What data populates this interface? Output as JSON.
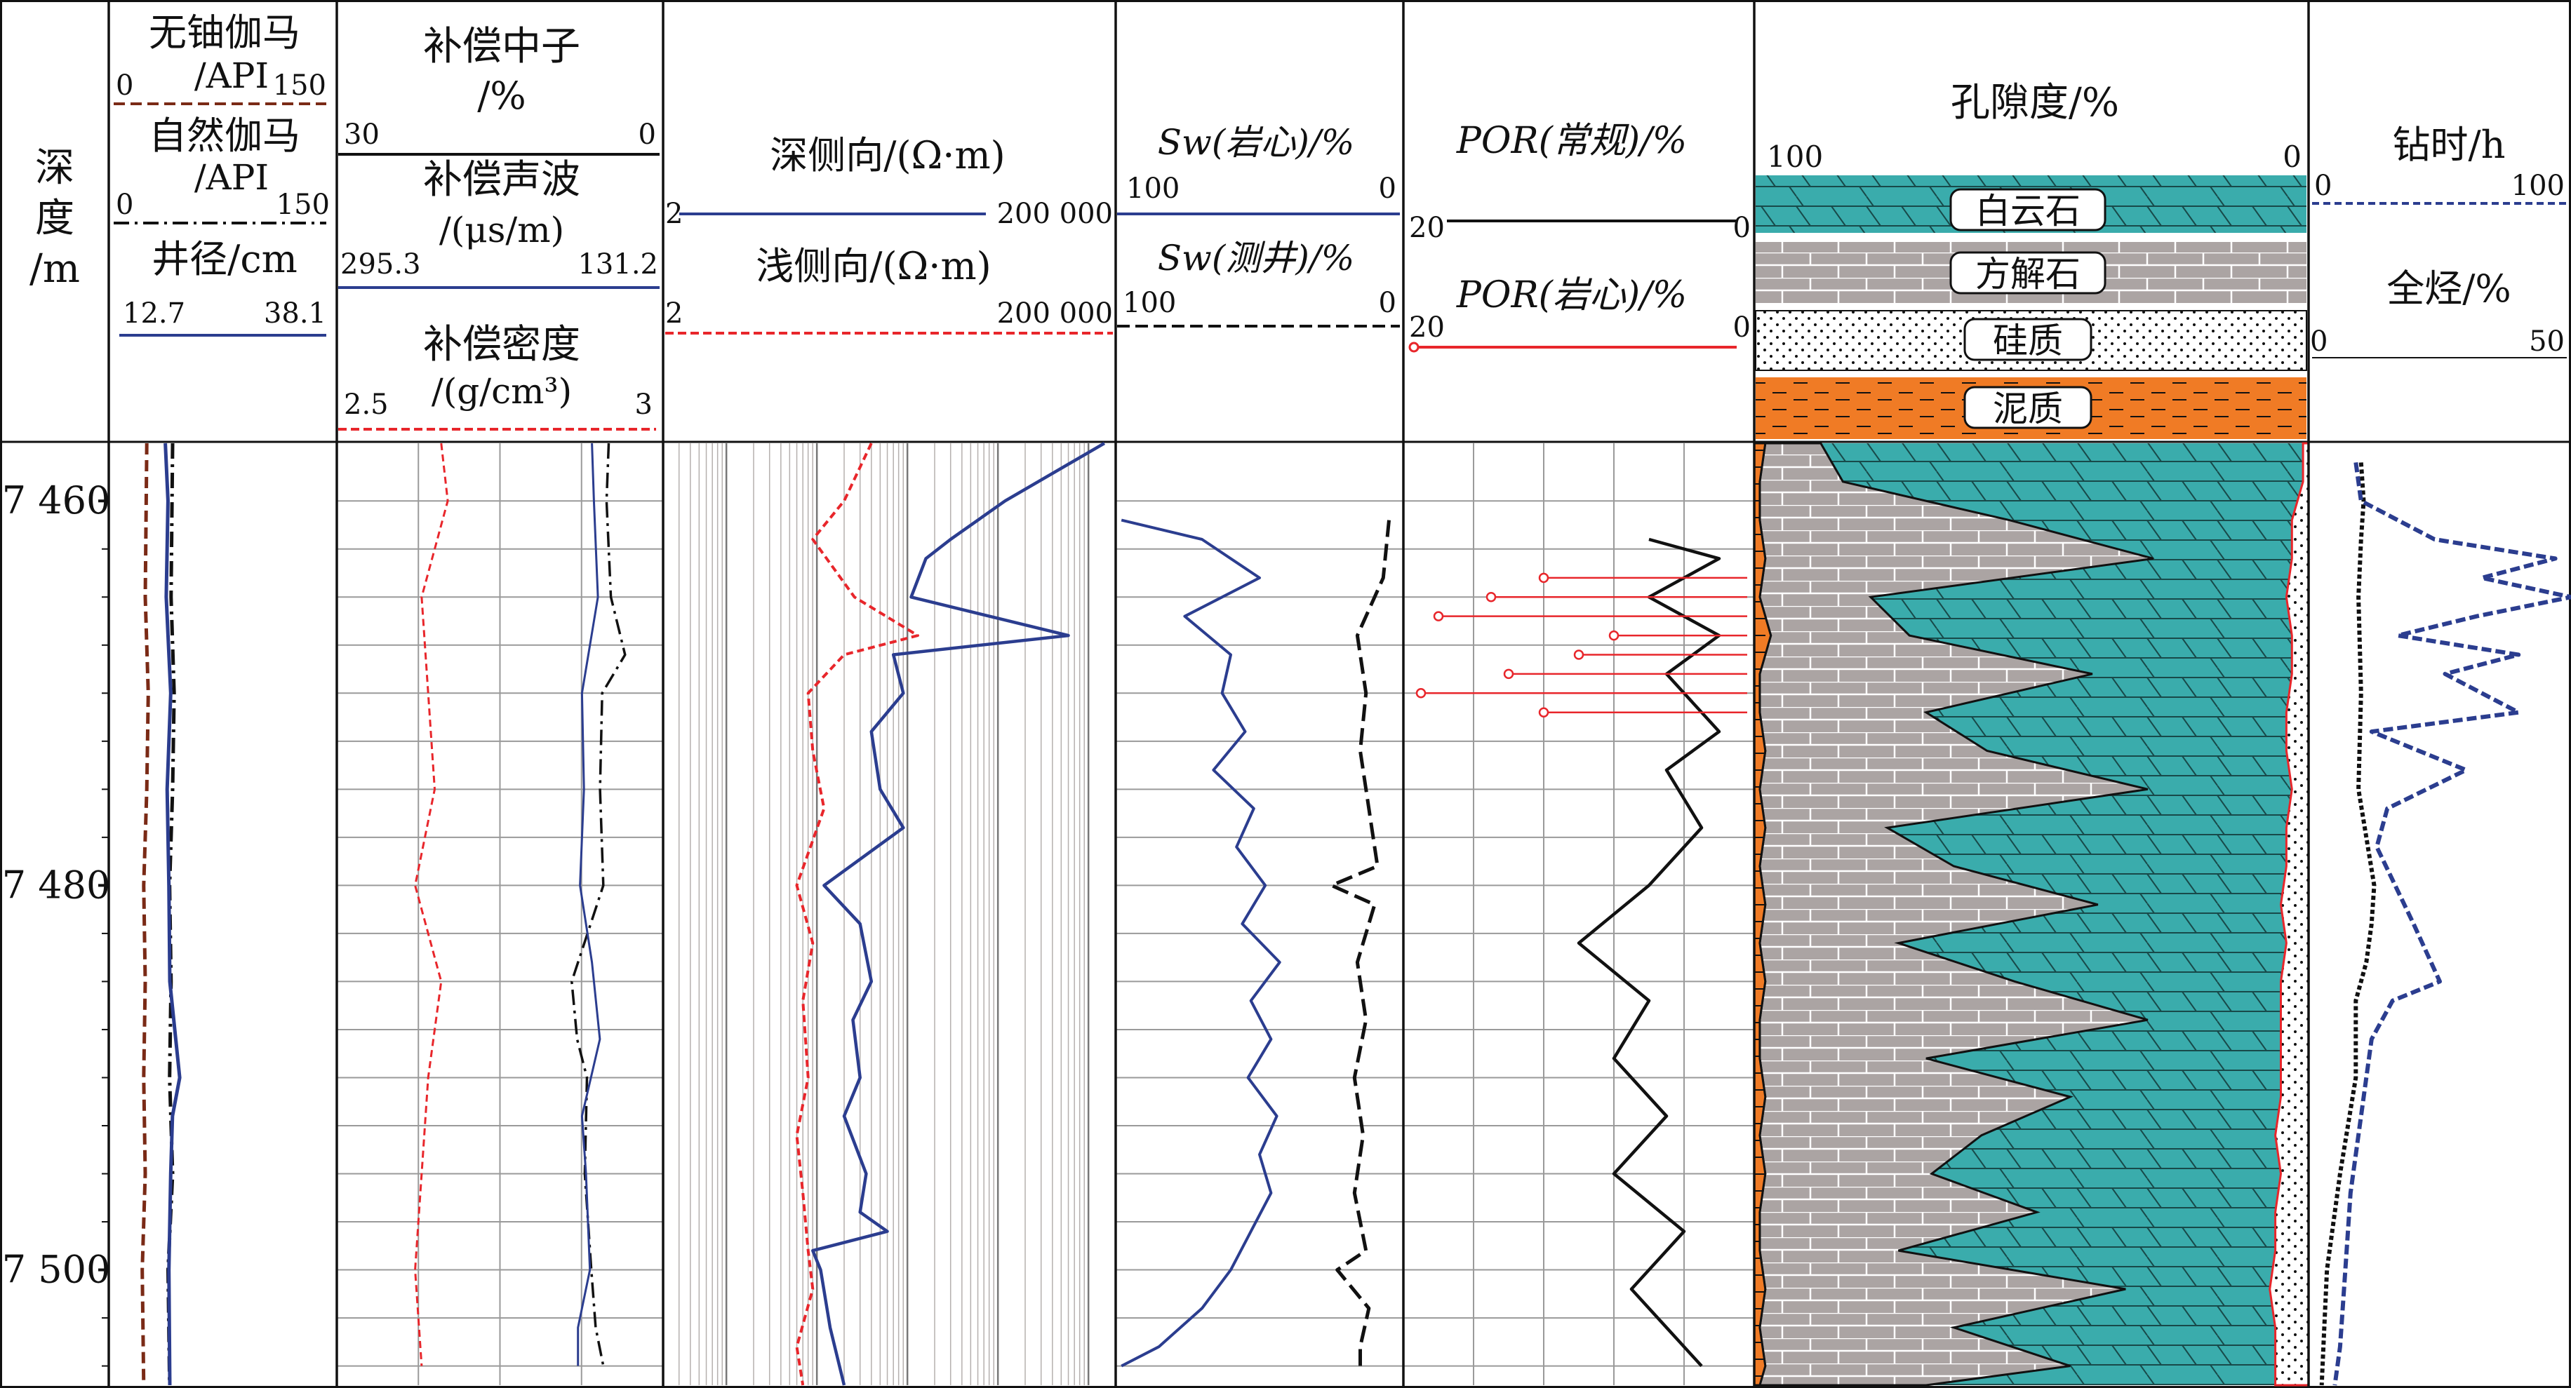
{
  "header": {
    "depth_label": [
      "深",
      "度",
      "/m"
    ],
    "gamma": {
      "uranium_free": "无铀伽马",
      "uranium_free_unit": "/API",
      "natural": "自然伽马",
      "natural_unit": "/API",
      "gamma_min": "0",
      "gamma_max": "150",
      "caliper": "井径/cm",
      "cal_min": "12.7",
      "cal_max": "38.1"
    },
    "porosity_logs": {
      "neutron": "补偿中子",
      "neutron_unit": "/%",
      "cnl_left": "30",
      "cnl_right": "0",
      "sonic": "补偿声波",
      "sonic_unit": "/(μs/m)",
      "ac_left": "295.3",
      "ac_right": "131.2",
      "density": "补偿密度",
      "density_unit": "/(g/cm³)",
      "den_left": "2.5",
      "den_right": "3"
    },
    "resistivity": {
      "deep": "深侧向/(Ω·m)",
      "shallow": "浅侧向/(Ω·m)",
      "rt_left": "2",
      "rt_right": "200 000"
    },
    "saturation": {
      "core": "Sw(岩心)/%",
      "log": "Sw(测井)/%",
      "sw_left": "100",
      "sw_right": "0"
    },
    "por": {
      "conventional": "POR(常规)/%",
      "core": "POR(岩心)/%",
      "por_left": "20",
      "por_right": "0"
    },
    "lithology": {
      "title": "孔隙度/%",
      "left": "100",
      "right": "0",
      "items": [
        "白云石",
        "方解石",
        "硅质",
        "泥质"
      ]
    },
    "drilling": {
      "drill_time": "钻时/h",
      "dt_left": "0",
      "dt_right": "100",
      "gas": "全烃/%",
      "gas_left": "0",
      "gas_right": "50"
    }
  },
  "colors": {
    "dolomite": "#3aacac",
    "calcite": "#aba4a3",
    "clay": "#f07b25",
    "blue": "#2b3d8f",
    "red": "#e8262b",
    "brown": "#7a2a16"
  },
  "chart_data": {
    "type": "line",
    "depth_range": [
      7457,
      7506
    ],
    "depth_ticks": [
      "7 460",
      "7 480",
      "7 500"
    ],
    "tracks": [
      {
        "name": "无铀伽马",
        "range": [
          0,
          150
        ],
        "series": [
          [
            7457,
            25
          ],
          [
            7465,
            24
          ],
          [
            7470,
            26
          ],
          [
            7475,
            25
          ],
          [
            7480,
            23
          ],
          [
            7485,
            24
          ],
          [
            7490,
            23
          ],
          [
            7495,
            24
          ],
          [
            7500,
            22
          ],
          [
            7506,
            23
          ]
        ]
      },
      {
        "name": "自然伽马",
        "range": [
          0,
          150
        ],
        "series": [
          [
            7457,
            42
          ],
          [
            7465,
            41
          ],
          [
            7470,
            43
          ],
          [
            7475,
            42
          ],
          [
            7480,
            40
          ],
          [
            7485,
            41
          ],
          [
            7490,
            40
          ],
          [
            7495,
            42
          ],
          [
            7500,
            39
          ],
          [
            7506,
            40
          ]
        ]
      },
      {
        "name": "井径",
        "range": [
          12.7,
          38.1
        ],
        "series": [
          [
            7457,
            19.0
          ],
          [
            7460,
            19.3
          ],
          [
            7465,
            19.1
          ],
          [
            7470,
            19.6
          ],
          [
            7475,
            19.2
          ],
          [
            7480,
            19.4
          ],
          [
            7485,
            19.5
          ],
          [
            7490,
            20.6
          ],
          [
            7492,
            19.8
          ],
          [
            7495,
            19.6
          ],
          [
            7500,
            19.4
          ],
          [
            7506,
            19.5
          ]
        ]
      },
      {
        "name": "补偿中子",
        "range": [
          30,
          0
        ],
        "series": [
          [
            7457,
            5
          ],
          [
            7460,
            5.2
          ],
          [
            7465,
            4.8
          ],
          [
            7468,
            3.5
          ],
          [
            7470,
            5.6
          ],
          [
            7475,
            5.8
          ],
          [
            7480,
            5.5
          ],
          [
            7485,
            8.4
          ],
          [
            7488,
            7.9
          ],
          [
            7490,
            7.0
          ],
          [
            7495,
            7.2
          ],
          [
            7500,
            6.6
          ],
          [
            7503,
            6.2
          ],
          [
            7505,
            5.5
          ]
        ]
      },
      {
        "name": "补偿声波",
        "range": [
          295.3,
          131.2
        ],
        "series": [
          [
            7457,
            167
          ],
          [
            7460,
            166
          ],
          [
            7465,
            164
          ],
          [
            7470,
            172
          ],
          [
            7475,
            171
          ],
          [
            7480,
            173
          ],
          [
            7484,
            167
          ],
          [
            7488,
            163
          ],
          [
            7492,
            172
          ],
          [
            7495,
            170
          ],
          [
            7500,
            168
          ],
          [
            7503,
            174
          ],
          [
            7505,
            174
          ]
        ]
      },
      {
        "name": "补偿密度",
        "range": [
          2.5,
          3
        ],
        "series": [
          [
            7457,
            2.66
          ],
          [
            7460,
            2.67
          ],
          [
            7465,
            2.63
          ],
          [
            7470,
            2.64
          ],
          [
            7475,
            2.65
          ],
          [
            7480,
            2.62
          ],
          [
            7485,
            2.66
          ],
          [
            7490,
            2.64
          ],
          [
            7495,
            2.63
          ],
          [
            7500,
            2.62
          ],
          [
            7505,
            2.63
          ]
        ]
      },
      {
        "name": "深侧向",
        "range": [
          2,
          200000
        ],
        "log": true,
        "series": [
          [
            7457,
            150000
          ],
          [
            7460,
            12000
          ],
          [
            7462,
            3000
          ],
          [
            7463,
            1600
          ],
          [
            7465,
            1100
          ],
          [
            7467,
            60000
          ],
          [
            7468,
            700
          ],
          [
            7470,
            900
          ],
          [
            7472,
            400
          ],
          [
            7475,
            500
          ],
          [
            7477,
            900
          ],
          [
            7480,
            120
          ],
          [
            7482,
            300
          ],
          [
            7485,
            400
          ],
          [
            7487,
            250
          ],
          [
            7490,
            300
          ],
          [
            7492,
            200
          ],
          [
            7495,
            350
          ],
          [
            7497,
            300
          ],
          [
            7498,
            600
          ],
          [
            7499,
            90
          ],
          [
            7500,
            110
          ],
          [
            7503,
            140
          ],
          [
            7506,
            200
          ]
        ]
      },
      {
        "name": "浅侧向",
        "range": [
          2,
          200000
        ],
        "log": true,
        "series": [
          [
            7457,
            400
          ],
          [
            7460,
            200
          ],
          [
            7462,
            90
          ],
          [
            7465,
            260
          ],
          [
            7467,
            1300
          ],
          [
            7468,
            200
          ],
          [
            7470,
            80
          ],
          [
            7473,
            90
          ],
          [
            7476,
            120
          ],
          [
            7480,
            60
          ],
          [
            7483,
            90
          ],
          [
            7486,
            70
          ],
          [
            7490,
            80
          ],
          [
            7493,
            60
          ],
          [
            7496,
            70
          ],
          [
            7499,
            80
          ],
          [
            7501,
            90
          ],
          [
            7504,
            60
          ],
          [
            7506,
            70
          ]
        ]
      },
      {
        "name": "Sw(岩心)",
        "range": [
          100,
          0
        ],
        "series": [
          [
            7461,
            98
          ],
          [
            7462,
            70
          ],
          [
            7464,
            50
          ],
          [
            7466,
            76
          ],
          [
            7468,
            60
          ],
          [
            7470,
            63
          ],
          [
            7472,
            55
          ],
          [
            7474,
            66
          ],
          [
            7476,
            52
          ],
          [
            7478,
            58
          ],
          [
            7480,
            48
          ],
          [
            7482,
            56
          ],
          [
            7484,
            43
          ],
          [
            7486,
            53
          ],
          [
            7488,
            46
          ],
          [
            7490,
            54
          ],
          [
            7492,
            44
          ],
          [
            7494,
            50
          ],
          [
            7496,
            46
          ],
          [
            7498,
            53
          ],
          [
            7500,
            60
          ],
          [
            7502,
            70
          ],
          [
            7504,
            85
          ],
          [
            7505,
            98
          ]
        ]
      },
      {
        "name": "Sw(测井)",
        "range": [
          100,
          0
        ],
        "series": [
          [
            7461,
            5
          ],
          [
            7464,
            7
          ],
          [
            7467,
            16
          ],
          [
            7470,
            13
          ],
          [
            7473,
            15
          ],
          [
            7476,
            12
          ],
          [
            7479,
            9
          ],
          [
            7480,
            25
          ],
          [
            7481,
            10
          ],
          [
            7484,
            16
          ],
          [
            7487,
            13
          ],
          [
            7490,
            17
          ],
          [
            7493,
            14
          ],
          [
            7496,
            17
          ],
          [
            7499,
            13
          ],
          [
            7500,
            23
          ],
          [
            7502,
            12
          ],
          [
            7504,
            15
          ],
          [
            7505,
            15
          ]
        ]
      },
      {
        "name": "POR(常规)",
        "range": [
          20,
          0
        ],
        "series": [
          [
            7462,
            6
          ],
          [
            7463,
            2
          ],
          [
            7465,
            6
          ],
          [
            7467,
            2
          ],
          [
            7469,
            5
          ],
          [
            7472,
            2
          ],
          [
            7474,
            5
          ],
          [
            7477,
            3
          ],
          [
            7480,
            6
          ],
          [
            7483,
            10
          ],
          [
            7486,
            6
          ],
          [
            7489,
            8
          ],
          [
            7492,
            5
          ],
          [
            7495,
            8
          ],
          [
            7498,
            4
          ],
          [
            7501,
            7
          ],
          [
            7503,
            5
          ],
          [
            7505,
            3
          ]
        ]
      },
      {
        "name": "POR(岩心)",
        "range": [
          20,
          0
        ],
        "series": [
          [
            7464,
            12
          ],
          [
            7465,
            15
          ],
          [
            7466,
            18
          ],
          [
            7467,
            8
          ],
          [
            7468,
            10
          ],
          [
            7469,
            14
          ],
          [
            7470,
            19
          ],
          [
            7471,
            12
          ]
        ]
      },
      {
        "name": "钻时",
        "range": [
          0,
          100
        ],
        "series": [
          [
            7458,
            20
          ],
          [
            7460,
            21
          ],
          [
            7462,
            20
          ],
          [
            7465,
            19
          ],
          [
            7470,
            20
          ],
          [
            7475,
            19
          ],
          [
            7480,
            25
          ],
          [
            7482,
            24
          ],
          [
            7484,
            22
          ],
          [
            7486,
            18
          ],
          [
            7490,
            18
          ],
          [
            7495,
            12
          ],
          [
            7500,
            7
          ],
          [
            7503,
            6
          ],
          [
            7506,
            5
          ]
        ]
      },
      {
        "name": "全烃",
        "range": [
          0,
          50
        ],
        "series": [
          [
            7458,
            9
          ],
          [
            7460,
            10
          ],
          [
            7462,
            24
          ],
          [
            7463,
            47
          ],
          [
            7464,
            33
          ],
          [
            7465,
            50
          ],
          [
            7466,
            32
          ],
          [
            7467,
            17
          ],
          [
            7468,
            40
          ],
          [
            7469,
            26
          ],
          [
            7471,
            40
          ],
          [
            7472,
            12
          ],
          [
            7474,
            30
          ],
          [
            7476,
            15
          ],
          [
            7478,
            13
          ],
          [
            7482,
            20
          ],
          [
            7485,
            25
          ],
          [
            7486,
            16
          ],
          [
            7488,
            12
          ],
          [
            7492,
            10
          ],
          [
            7496,
            8
          ],
          [
            7500,
            7
          ],
          [
            7504,
            6
          ],
          [
            7506,
            5
          ]
        ]
      }
    ],
    "lithology_profile": {
      "depth": [
        7457,
        7459,
        7461,
        7463,
        7465,
        7467,
        7469,
        7471,
        7473,
        7475,
        7477,
        7479,
        7481,
        7483,
        7485,
        7487,
        7489,
        7491,
        7493,
        7495,
        7497,
        7499,
        7501,
        7503,
        7505,
        7506
      ],
      "clay": [
        2,
        1,
        1,
        2,
        1,
        3,
        1,
        1,
        2,
        1,
        2,
        1,
        2,
        1,
        2,
        1,
        1,
        2,
        1,
        2,
        1,
        1,
        2,
        1,
        2,
        1
      ],
      "calcite": [
        10,
        15,
        45,
        70,
        20,
        25,
        60,
        30,
        40,
        70,
        22,
        35,
        60,
        25,
        45,
        70,
        30,
        55,
        40,
        30,
        50,
        25,
        65,
        35,
        55,
        30
      ],
      "silica": [
        1,
        1,
        3,
        3,
        4,
        3,
        3,
        4,
        4,
        3,
        4,
        4,
        5,
        4,
        5,
        5,
        5,
        5,
        6,
        5,
        6,
        6,
        7,
        6,
        6,
        6
      ]
    }
  }
}
